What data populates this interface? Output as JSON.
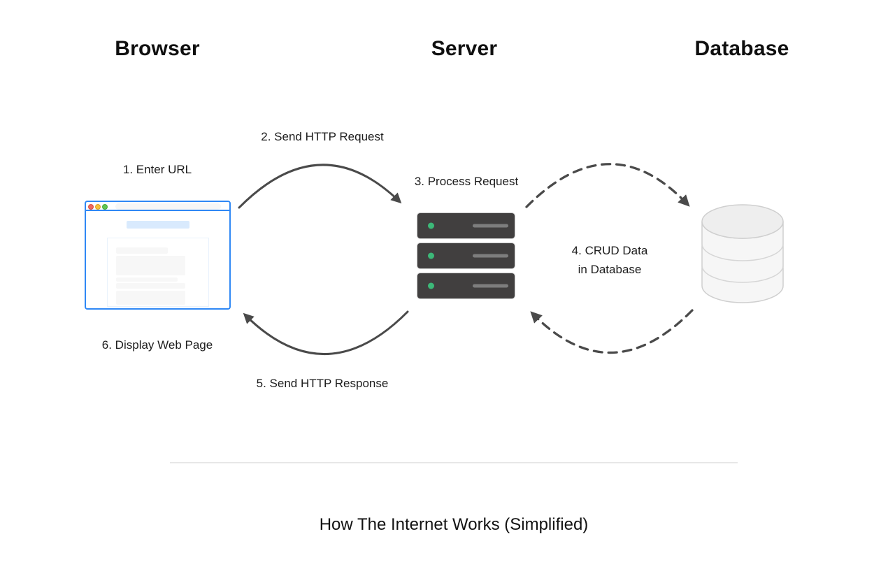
{
  "title": "How The Internet Works (Simplified)",
  "columns": [
    {
      "label": "Browser",
      "icon": "browser-window-icon"
    },
    {
      "label": "Server",
      "icon": "server-rack-icon"
    },
    {
      "label": "Database",
      "icon": "database-cylinder-icon"
    }
  ],
  "steps": {
    "step1": "1. Enter URL",
    "step2": "2. Send HTTP Request",
    "step3": "3. Process Request",
    "step4_line1": "4. CRUD Data",
    "step4_line2": "in Database",
    "step5": "5. Send HTTP Response",
    "step6": "6. Display Web Page"
  },
  "arrows": [
    {
      "from": "Browser",
      "to": "Server",
      "style": "solid",
      "step": "2. Send HTTP Request"
    },
    {
      "from": "Server",
      "to": "Browser",
      "style": "solid",
      "step": "5. Send HTTP Response"
    },
    {
      "from": "Server",
      "to": "Database",
      "style": "dashed",
      "step": "4. CRUD Data in Database"
    },
    {
      "from": "Database",
      "to": "Server",
      "style": "dashed",
      "step": "4. CRUD Data in Database"
    }
  ],
  "colors": {
    "frame-blue": "#2f88f5",
    "dot-red": "#ee6a5f",
    "dot-yellow": "#f5c33b",
    "dot-green": "#61c554",
    "server-body": "#413f3f",
    "led-green": "#3cb878",
    "slot-gray": "#7d7d7d",
    "db-fill": "#f6f6f6",
    "db-top": "#eeeeee",
    "db-outline": "#cfcfcf",
    "arrow": "#4a4a4a",
    "divider": "#e7e7e7",
    "text": "#161616"
  }
}
